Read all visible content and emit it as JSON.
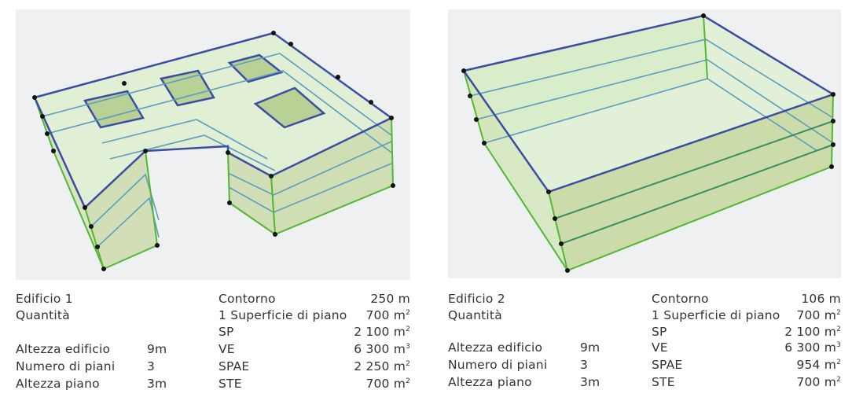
{
  "buildings": [
    {
      "name": "Edificio 1",
      "subtitle": "Quantità",
      "params": [
        {
          "label": "Altezza edificio",
          "value": "9m"
        },
        {
          "label": "Numero di piani",
          "value": "3"
        },
        {
          "label": "Altezza piano",
          "value": "3m"
        }
      ],
      "metrics": [
        {
          "label": "Contorno",
          "value": "250 m",
          "unit_exp": ""
        },
        {
          "label": "1 Superficie di piano",
          "value": "700 m",
          "unit_exp": "2"
        },
        {
          "label": "SP",
          "value": "2 100 m",
          "unit_exp": "2"
        },
        {
          "label": "VE",
          "value": "6 300 m",
          "unit_exp": "3"
        },
        {
          "label": "SPAE",
          "value": "2 250 m",
          "unit_exp": "2"
        },
        {
          "label": "STE",
          "value": "700 m",
          "unit_exp": "2"
        }
      ]
    },
    {
      "name": "Edificio 2",
      "subtitle": "Quantità",
      "params": [
        {
          "label": "Altezza edificio",
          "value": "9m"
        },
        {
          "label": "Numero di piani",
          "value": "3"
        },
        {
          "label": "Altezza piano",
          "value": "3m"
        }
      ],
      "metrics": [
        {
          "label": "Contorno",
          "value": "106 m",
          "unit_exp": ""
        },
        {
          "label": "1 Superficie di piano",
          "value": "700 m",
          "unit_exp": "2"
        },
        {
          "label": "SP",
          "value": "2 100 m",
          "unit_exp": "2"
        },
        {
          "label": "VE",
          "value": "6 300 m",
          "unit_exp": "3"
        },
        {
          "label": "SPAE",
          "value": "954 m",
          "unit_exp": "2"
        },
        {
          "label": "STE",
          "value": "700 m",
          "unit_exp": "2"
        }
      ]
    }
  ],
  "colors": {
    "roof_edge": "#3b4ea3",
    "wall_edge": "#52b832",
    "floor_line": "#5a9ec0",
    "glass_fill": "#d6edc0",
    "panel_bg": "#eef0f1",
    "vertex": "#111111"
  }
}
